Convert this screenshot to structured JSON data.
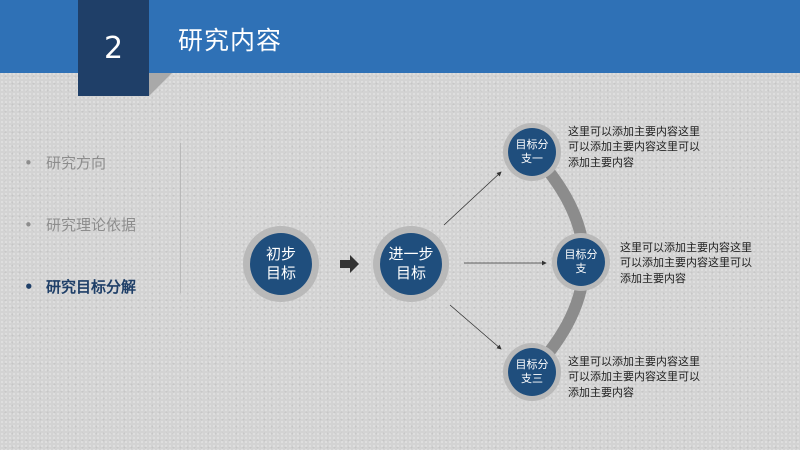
{
  "header": {
    "number": "2",
    "title": "研究内容"
  },
  "nav": {
    "bullet": "•",
    "items": [
      {
        "label": "研究方向"
      },
      {
        "label": "研究理论依据"
      },
      {
        "label": "研究目标分解"
      }
    ]
  },
  "diagram": {
    "start": "初步\n目标",
    "middle": "进一步\n目标",
    "branches": [
      {
        "label": "目标分\n支一",
        "text": "这里可以添加主要内容这里\n可以添加主要内容这里可以\n添加主要内容"
      },
      {
        "label": "目标分\n支",
        "text": "这里可以添加主要内容这里\n可以添加主要内容这里可以\n添加主要内容"
      },
      {
        "label": "目标分\n支三",
        "text": "这里可以添加主要内容这里\n可以添加主要内容这里可以\n添加主要内容"
      }
    ]
  },
  "colors": {
    "header_blue": "#2f71b6",
    "dark_navy": "#1f3f68",
    "node_blue": "#1f4e7d",
    "ring_gray": "#b9b9b9",
    "arc_gray": "#8c8c8c"
  }
}
